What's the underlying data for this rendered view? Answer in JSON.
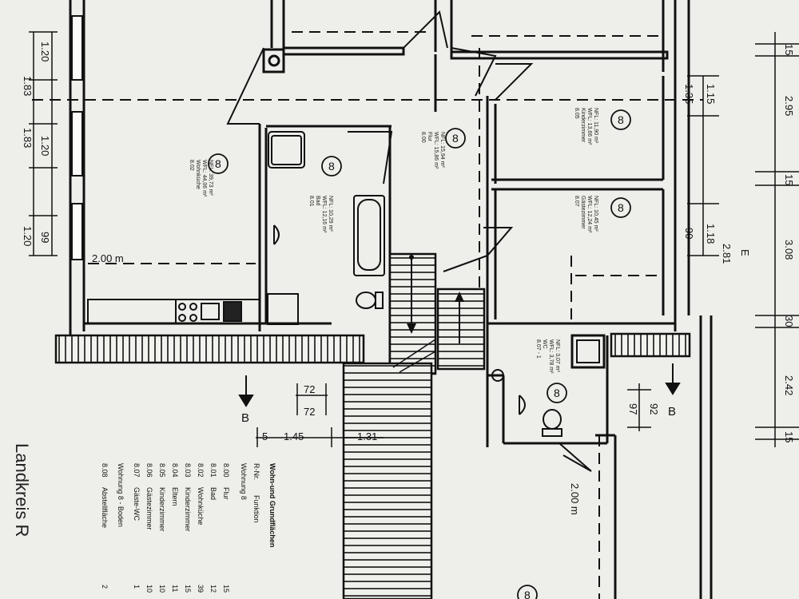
{
  "plan": {
    "room_markers": [
      "8",
      "8",
      "8",
      "8",
      "8",
      "8",
      "8"
    ],
    "room_labels": {
      "wohnkueche": [
        "8.02",
        "Wohnküche",
        "WFL: 44,06 m²",
        "NFL: 39,73 m²"
      ],
      "bad": [
        "8.01",
        "Bad",
        "WFL: 12,16 m²",
        "NFL: 10,29 m²"
      ],
      "flur": [
        "8.00",
        "Flur",
        "WFL: 15,86 m²",
        "NFL: 15,94 m²"
      ],
      "kinderzimmer": [
        "8.05",
        "Kinderzimmer",
        "WFL: 13,66 m²",
        "NFL: 11,90 m²"
      ],
      "gaestezimmer": [
        "8.07",
        "Gästezimmer",
        "WFL: 12,24 m²",
        "NFL: 10,45 m²"
      ],
      "wc": [
        "8.07 - 1",
        "WC",
        "WFL: 3,78 m²",
        "NFL: 3,07 m²"
      ]
    },
    "left_dims": [
      "1.83",
      "1.20",
      "1.83",
      "1.20",
      "1.20",
      "99"
    ],
    "right_dims": [
      "15",
      "2.95",
      "15",
      "3.08",
      "30",
      "2.42",
      "15"
    ],
    "window_dims": [
      "1.35",
      "1.15",
      "90",
      "1.18",
      "2.81",
      "E"
    ],
    "stair_dims": [
      "72",
      "72",
      "1.45",
      "1.31",
      "5"
    ],
    "clearance_labels": [
      "2.00 m",
      "2.00 m"
    ],
    "section_label": "B",
    "small_dims": [
      "92",
      "97"
    ]
  },
  "legend": {
    "title": "Wohn-und Grundflächen",
    "header": [
      "R-Nr.",
      "Funktion"
    ],
    "subtitle": "Wohnung 8",
    "rows": [
      {
        "nr": "8.00",
        "name": "Flur",
        "area": "15"
      },
      {
        "nr": "8.01",
        "name": "Bad",
        "area": "12"
      },
      {
        "nr": "8.02",
        "name": "Wohnküche",
        "area": "39"
      },
      {
        "nr": "8.03",
        "name": "Kinderzimmer",
        "area": "15"
      },
      {
        "nr": "8.04",
        "name": "Eltern",
        "area": "11"
      },
      {
        "nr": "8.05",
        "name": "Kinderzimmer",
        "area": "10"
      },
      {
        "nr": "8.06",
        "name": "Gästezimmer",
        "area": "10"
      },
      {
        "nr": "8.07",
        "name": "Gäste-WC",
        "area": "1"
      },
      {
        "nr": "",
        "name": "Wohnung 8 - Boden",
        "area": ""
      },
      {
        "nr": "8.08",
        "name": "Abstellfläche",
        "area": "2"
      }
    ]
  },
  "footer_text": "Landkreis R"
}
